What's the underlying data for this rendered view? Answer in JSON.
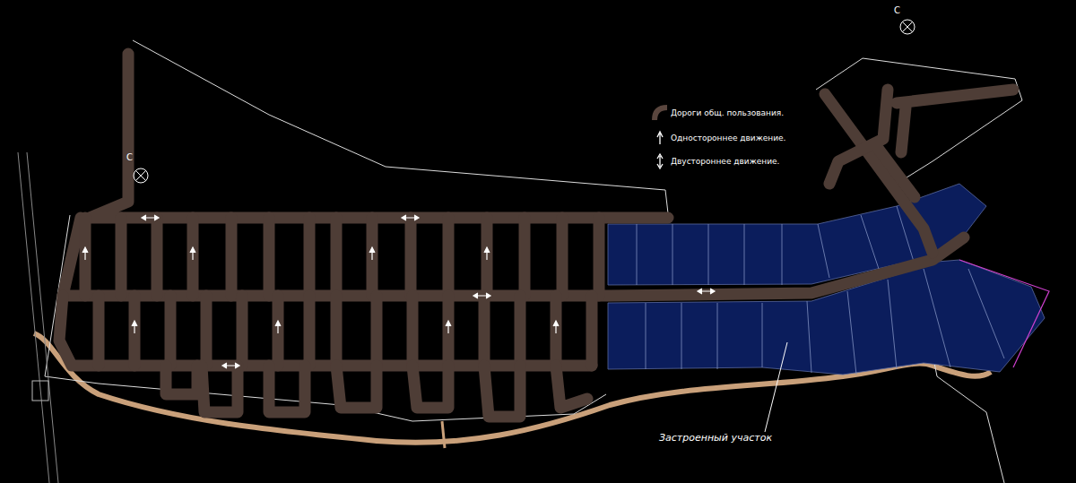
{
  "diagram": {
    "labels": [
      "Застроенный участок",
      "С",
      "С"
    ],
    "legend": [
      {
        "text": "Дороги общ. пользования.",
        "color": "#5a463e"
      },
      {
        "text": "Одностороннее движение."
      },
      {
        "text": "Двустороннее движение."
      }
    ]
  }
}
